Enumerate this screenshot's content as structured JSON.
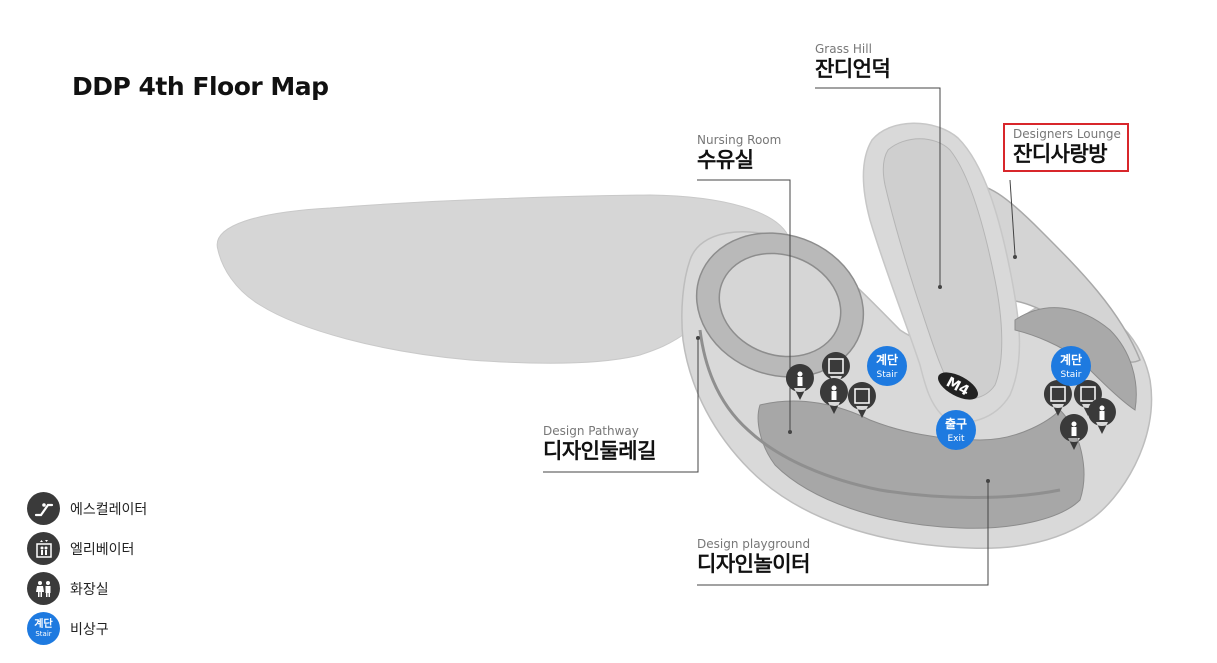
{
  "page": {
    "title": "DDP 4th Floor Map"
  },
  "callouts": {
    "grass_hill": {
      "en": "Grass Hill",
      "ko": "잔디언덕"
    },
    "nursing_room": {
      "en": "Nursing Room",
      "ko": "수유실"
    },
    "designers_lounge": {
      "en": "Designers Lounge",
      "ko": "잔디사랑방"
    },
    "design_pathway": {
      "en": "Design Pathway",
      "ko": "디자인둘레길"
    },
    "design_playground": {
      "en": "Design playground",
      "ko": "디자인놀이터"
    }
  },
  "markers": {
    "stair_ko": "계단",
    "stair_en": "Stair",
    "exit_ko": "출구",
    "exit_en": "Exit",
    "area_code": "M4"
  },
  "legend": {
    "items": [
      {
        "icon": "escalator-icon",
        "label": "에스컬레이터"
      },
      {
        "icon": "elevator-icon",
        "label": "엘리베이터"
      },
      {
        "icon": "restroom-icon",
        "label": "화장실"
      },
      {
        "icon": "emergency-stair-icon",
        "label": "비상구"
      }
    ],
    "stair_ko": "계단",
    "stair_en": "Stair"
  },
  "colors": {
    "map_light": "#d9d9d9",
    "map_dark": "#a6a6a6",
    "pin_dark": "#3a3a3a",
    "stair_blue": "#1e7ae0",
    "highlight_red": "#d8262b"
  }
}
